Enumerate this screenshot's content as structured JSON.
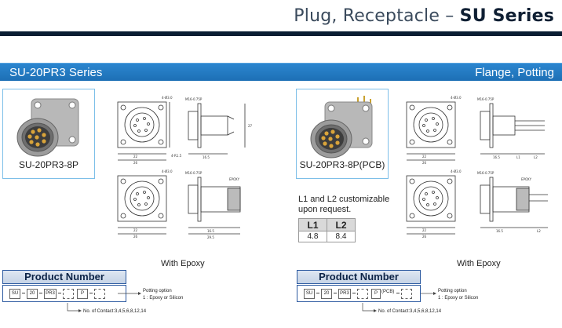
{
  "header": {
    "title_prefix": "Plug, Receptacle –",
    "title_bold": "SU Series"
  },
  "series_bar": {
    "name": "SU-20PR3 Series",
    "type": "Flange, Potting"
  },
  "left": {
    "product_label": "SU-20PR3-8P",
    "with_epoxy": "With Epoxy",
    "product_number_title": "Product Number",
    "pn_codes": [
      "SU",
      "20",
      "PR3",
      "",
      "P",
      ""
    ],
    "potting_note_1": "Potting option",
    "potting_note_2": "1 : Epoxy or Silicon",
    "contacts_note": "No. of Contact:3,4,5,6,8,12,14"
  },
  "right": {
    "product_label": "SU-20PR3-8P(PCB)",
    "with_epoxy": "With Epoxy",
    "custom_note_1": "L1 and L2 customizable",
    "custom_note_2": "upon request.",
    "l_table": {
      "headers": [
        "L1",
        "L2"
      ],
      "values": [
        "4.8",
        "8.4"
      ]
    },
    "product_number_title": "Product Number",
    "pn_codes": [
      "SU",
      "20",
      "PR3",
      "",
      "P",
      "(PCB)",
      ""
    ],
    "potting_note_1": "Potting option",
    "potting_note_2": "1 : Epoxy or Silicon",
    "contacts_note": "No. of Contact:3,4,5,6,8,12,14"
  },
  "colors": {
    "bar": "#1d6fb5",
    "rule": "#0a1e33",
    "box_border": "#7dbfe8",
    "pn_border": "#2c5aa0"
  }
}
